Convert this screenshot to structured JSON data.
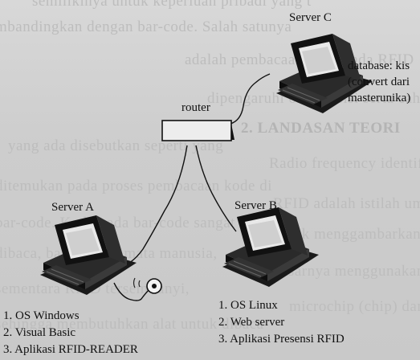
{
  "background_text": [
    "semilikinya untuk keperluan pribadi yang t",
    "mbandingkan dengan bar-code. Salah satunya",
    "adalah pembacaan kode pada RFID",
    "dipengaruhi oleh posisi serta cahaya",
    "2. LANDASAN TEORI",
    "yang ada disebutkan seperti yang",
    "Radio frequency identification",
    "ditemukan pada proses pembacaan kode di",
    "RFID adalah istilah umum digunakan",
    "bar-code. Kode pada bar-code sangat mudah",
    "untuk menggambarkan teknologi yang",
    "dibaca, bahwa oleh mata manusia,",
    "dasarnya menggunakan unik (smart",
    "sementara RFID tersembunyi,",
    "microchip (chip) dan",
    "sehingga membutuhkan alat untuk dibaca"
  ],
  "nodes": {
    "router": {
      "label": "router"
    },
    "server_c": {
      "label": "Server C"
    },
    "server_a": {
      "label": "Server A"
    },
    "server_b": {
      "label": "Server B"
    }
  },
  "server_c_note": {
    "line1": "database: kis",
    "line2": "(convert dari",
    "line3": "masterunika)"
  },
  "server_a_items": [
    "1. OS Windows",
    "2. Visual Basic",
    "3. Aplikasi RFID-READER"
  ],
  "server_b_items": [
    "1. OS Linux",
    "2. Web server",
    "3. Aplikasi Presensi RFID"
  ],
  "icons": {
    "computer": "computer-icon",
    "rfid_reader": "rfid-reader-icon"
  }
}
